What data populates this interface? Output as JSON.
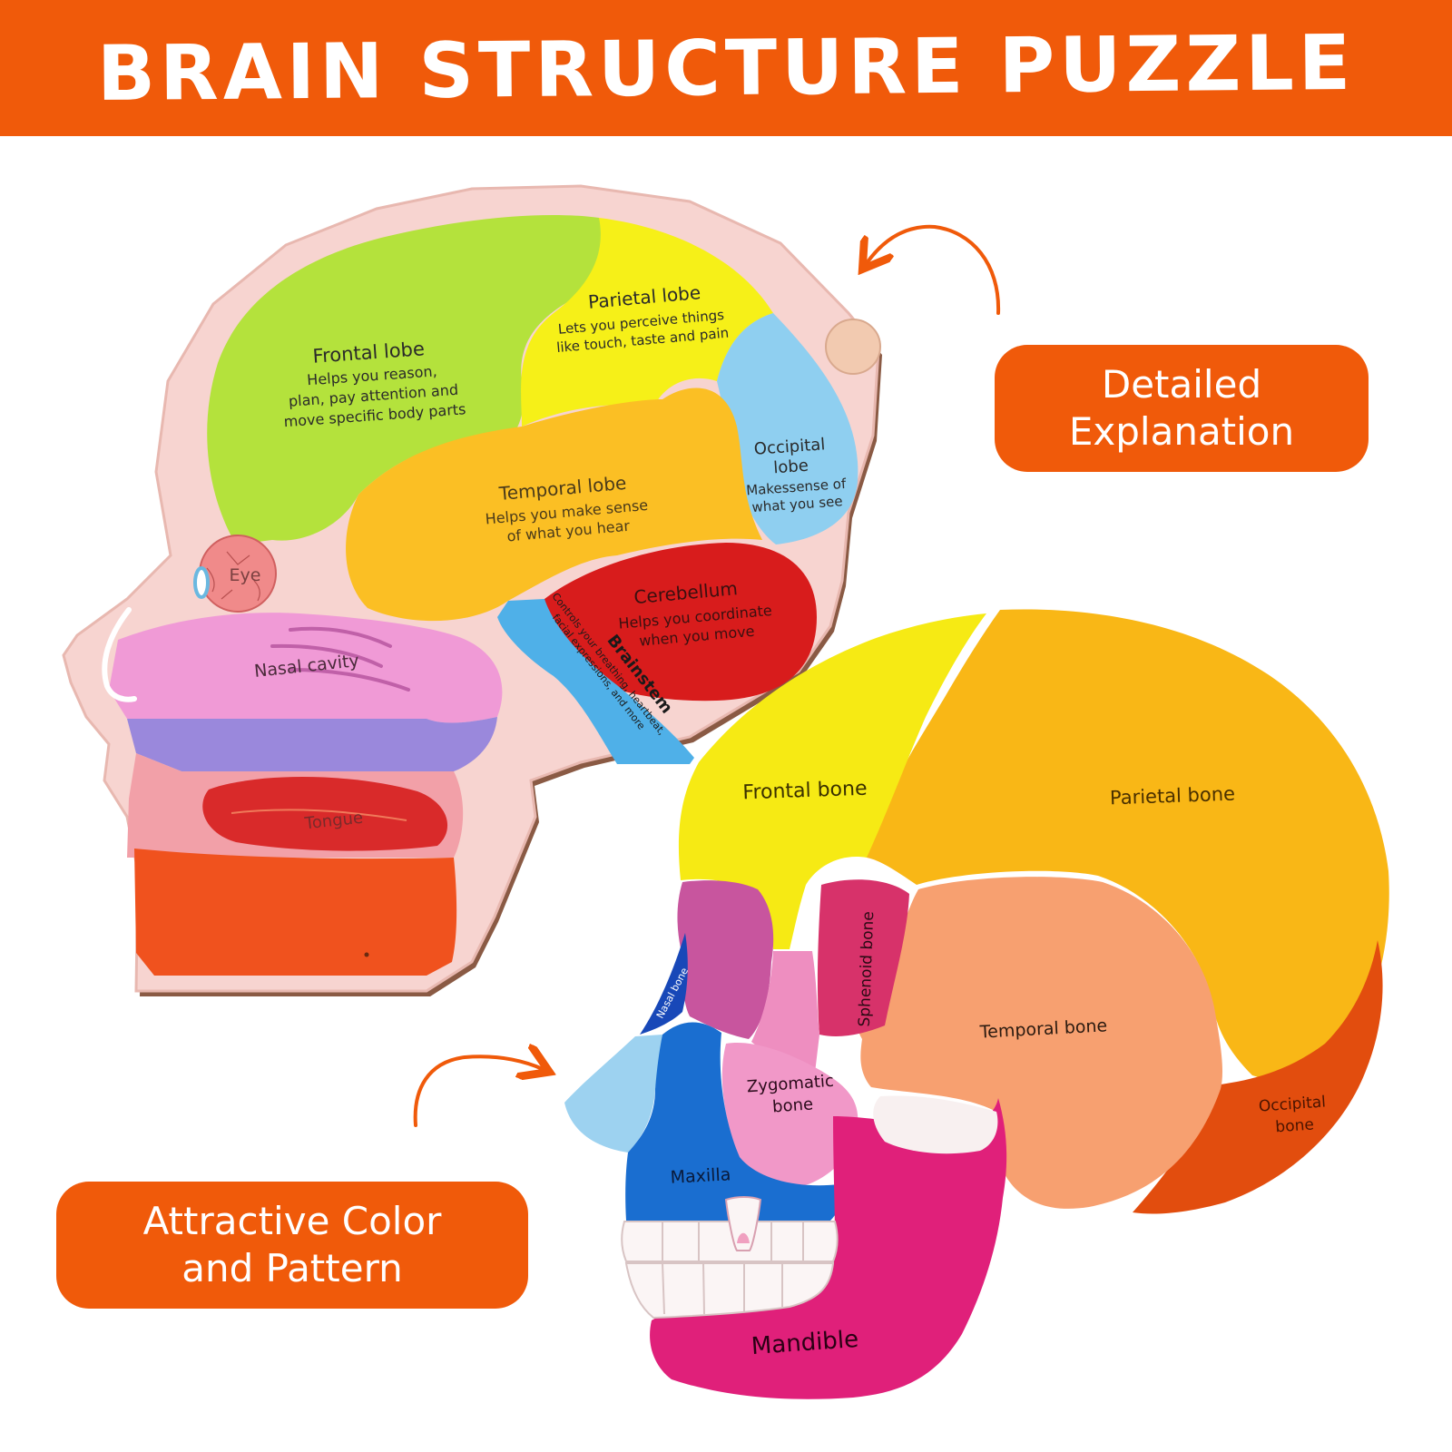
{
  "banner": {
    "title": "BRAIN STRUCTURE PUZZLE"
  },
  "callouts": {
    "detailed": "Detailed\nExplanation",
    "attractive": "Attractive Color\nand Pattern"
  },
  "brain_puzzle": {
    "frontal_lobe": {
      "name": "Frontal lobe",
      "desc": [
        "Helps you reason,",
        "plan, pay attention and",
        "move specific body parts"
      ]
    },
    "parietal_lobe": {
      "name": "Parietal lobe",
      "desc": [
        "Lets you perceive things",
        "like touch, taste and pain"
      ]
    },
    "occipital_lobe": {
      "name": [
        "Occipital",
        "lobe"
      ],
      "desc": [
        "Makessense of",
        "what you see"
      ]
    },
    "temporal_lobe": {
      "name": "Temporal lobe",
      "desc": [
        "Helps you make sense",
        "of what you hear"
      ]
    },
    "cerebellum": {
      "name": "Cerebellum",
      "desc": [
        "Helps you coordinate",
        "when you move"
      ]
    },
    "brainstem": {
      "name": "Brainstem",
      "desc": [
        "Controls your breathing, heartbeat,",
        "facial expressions, and more"
      ]
    },
    "eye": "Eye",
    "nasal_cavity": "Nasal cavity",
    "tongue": "Tongue"
  },
  "skull_puzzle": {
    "frontal_bone": "Frontal bone",
    "parietal_bone": "Parietal bone",
    "sphenoid_bone": "Sphenoid bone",
    "temporal_bone": "Temporal bone",
    "occipital_bone": [
      "Occipital",
      "bone"
    ],
    "nasal_bone": "Nasal bone",
    "zygomatic_bone": [
      "Zygomatic",
      "bone"
    ],
    "maxilla": "Maxilla",
    "mandible": "Mandible"
  },
  "colors": {
    "accent": "#f05a0a"
  }
}
